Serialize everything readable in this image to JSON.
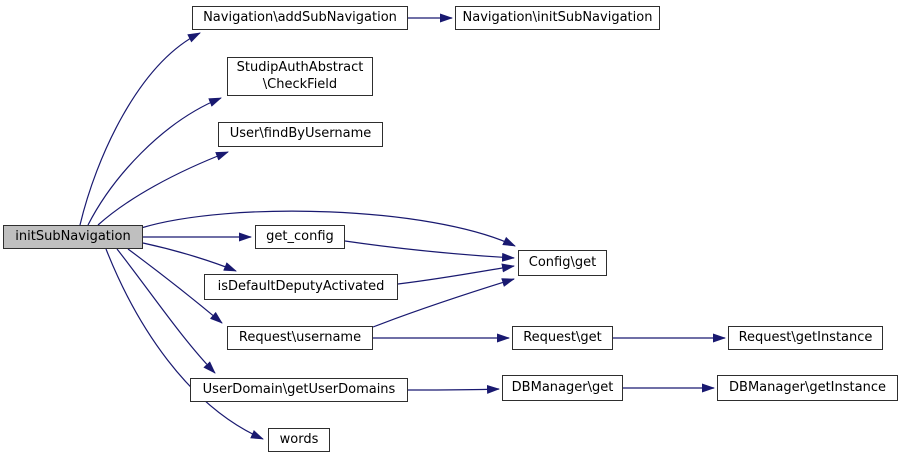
{
  "figure": {
    "type": "call-graph",
    "colors": {
      "background": "#ffffff",
      "edge": "#191970",
      "node_border": "#2e2e2e",
      "node_fill": "#ffffff",
      "highlight_fill": "#bfbfbf",
      "text": "#000000"
    },
    "nodes": {
      "initSubNavigation": {
        "label": "initSubNavigation",
        "highlighted": true
      },
      "addSubNavigation": {
        "label": "Navigation\\addSubNavigation"
      },
      "navInitSubNavigation": {
        "label": "Navigation\\initSubNavigation"
      },
      "checkField": {
        "label": "StudipAuthAbstract\n\\CheckField"
      },
      "findByUsername": {
        "label": "User\\findByUsername"
      },
      "getConfig": {
        "label": "get_config"
      },
      "isDefaultDeputyActivated": {
        "label": "isDefaultDeputyActivated"
      },
      "configGet": {
        "label": "Config\\get"
      },
      "requestUsername": {
        "label": "Request\\username"
      },
      "requestGet": {
        "label": "Request\\get"
      },
      "requestGetInstance": {
        "label": "Request\\getInstance"
      },
      "getUserDomains": {
        "label": "UserDomain\\getUserDomains"
      },
      "dbManagerGet": {
        "label": "DBManager\\get"
      },
      "dbManagerGetInstance": {
        "label": "DBManager\\getInstance"
      },
      "words": {
        "label": "words"
      }
    },
    "edges": [
      {
        "from": "initSubNavigation",
        "to": "Navigation\\addSubNavigation"
      },
      {
        "from": "initSubNavigation",
        "to": "StudipAuthAbstract\\CheckField"
      },
      {
        "from": "initSubNavigation",
        "to": "User\\findByUsername"
      },
      {
        "from": "initSubNavigation",
        "to": "Config\\get"
      },
      {
        "from": "initSubNavigation",
        "to": "get_config"
      },
      {
        "from": "initSubNavigation",
        "to": "isDefaultDeputyActivated"
      },
      {
        "from": "initSubNavigation",
        "to": "Request\\username"
      },
      {
        "from": "initSubNavigation",
        "to": "UserDomain\\getUserDomains"
      },
      {
        "from": "initSubNavigation",
        "to": "words"
      },
      {
        "from": "Navigation\\addSubNavigation",
        "to": "Navigation\\initSubNavigation"
      },
      {
        "from": "get_config",
        "to": "Config\\get"
      },
      {
        "from": "isDefaultDeputyActivated",
        "to": "Config\\get"
      },
      {
        "from": "Request\\username",
        "to": "Config\\get"
      },
      {
        "from": "Request\\username",
        "to": "Request\\get"
      },
      {
        "from": "Request\\get",
        "to": "Request\\getInstance"
      },
      {
        "from": "UserDomain\\getUserDomains",
        "to": "DBManager\\get"
      },
      {
        "from": "DBManager\\get",
        "to": "DBManager\\getInstance"
      }
    ]
  }
}
